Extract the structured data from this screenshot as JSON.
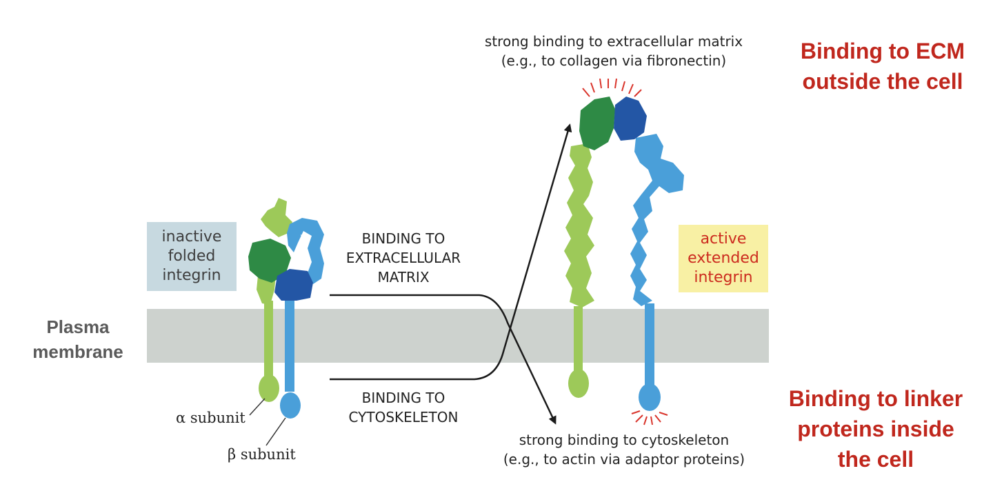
{
  "labels": {
    "inactive": [
      "inactive",
      "folded",
      "integrin"
    ],
    "active": [
      "active",
      "extended",
      "integrin"
    ],
    "membrane": [
      "Plasma",
      "membrane"
    ],
    "binding_ecm": [
      "BINDING TO",
      "EXTRACELLULAR",
      "MATRIX"
    ],
    "binding_cyto": [
      "BINDING TO",
      "CYTOSKELETON"
    ],
    "top_note": [
      "strong binding to extracellular matrix",
      "(e.g., to collagen via fibronectin)"
    ],
    "bottom_note": [
      "strong binding to cytoskeleton",
      "(e.g., to actin via adaptor proteins)"
    ],
    "alpha": "α subunit",
    "beta": "β subunit"
  },
  "headlines": {
    "ecm": [
      "Binding to ECM",
      "outside the cell"
    ],
    "linker": [
      "Binding to linker",
      "proteins inside",
      "the cell"
    ]
  },
  "colors": {
    "alpha_light": "#9dc959",
    "alpha_dark": "#2e8a45",
    "beta_light": "#4a9fd9",
    "beta_dark": "#2356a5",
    "membrane": "#cdd2ce",
    "headline_red": "#c0271d",
    "spark_red": "#d9342b"
  }
}
